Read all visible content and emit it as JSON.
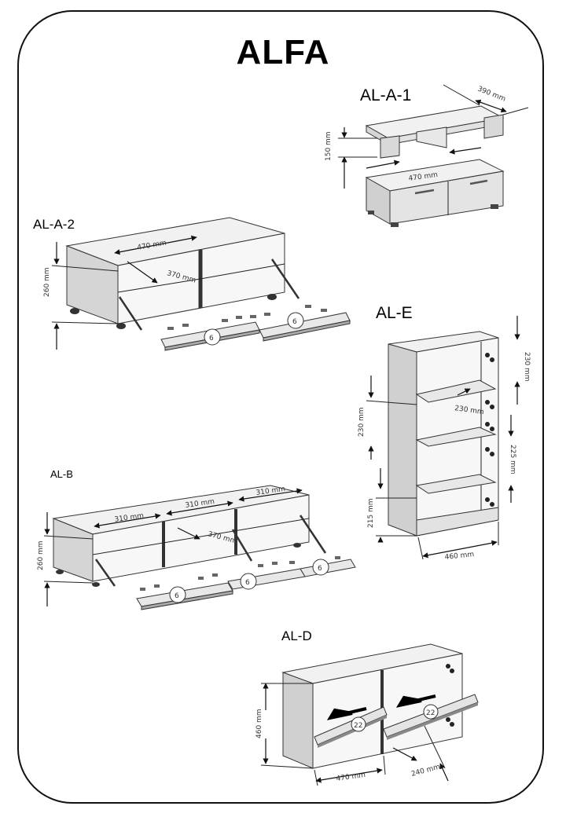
{
  "title": "ALFA",
  "models": {
    "al_a_1": {
      "label": "AL-A-1",
      "dims": [
        "390 mm",
        "150 mm",
        "470 mm"
      ]
    },
    "al_a_2": {
      "label": "AL-A-2",
      "dims": [
        "470 mm",
        "370 mm",
        "260 mm"
      ],
      "badges": [
        "6",
        "6"
      ]
    },
    "al_e": {
      "label": "AL-E",
      "dims": [
        "230 mm",
        "230 mm",
        "230 mm",
        "225 mm",
        "215 mm",
        "460 mm"
      ]
    },
    "al_b": {
      "label": "AL-B",
      "dims": [
        "310 mm",
        "310 mm",
        "310 mm",
        "370 mm",
        "260 mm"
      ],
      "badges": [
        "6",
        "6",
        "6"
      ]
    },
    "al_d": {
      "label": "AL-D",
      "dims": [
        "460 mm",
        "470 mm",
        "240 mm"
      ],
      "badges": [
        "22",
        "22"
      ]
    }
  },
  "colors": {
    "wood_top": "#f1f1f1",
    "wood_front": "#e2e2e2",
    "wood_side": "#d0d0d0",
    "interior": "#f7f7f7",
    "line": "#222222",
    "panel": "#bdbdbd"
  }
}
